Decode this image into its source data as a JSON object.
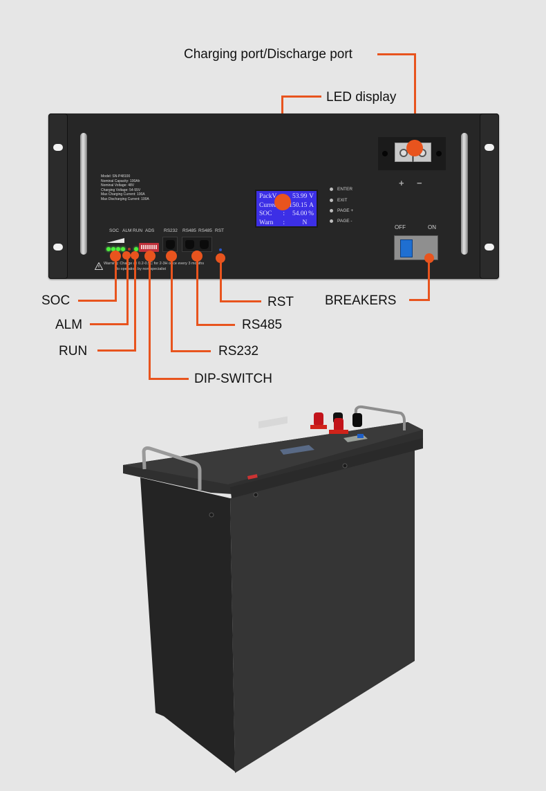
{
  "callouts": {
    "charging_port": "Charging port/Discharge port",
    "led_display": "LED display",
    "soc": "SOC",
    "alm": "ALM",
    "run": "RUN",
    "dip_switch": "DIP-SWITCH",
    "rs232": "RS232",
    "rs485": "RS485",
    "rst": "RST",
    "breakers": "BREAKERS"
  },
  "accent_color": "#e8541e",
  "panel": {
    "spec_lines": [
      "Model: SN-P48100",
      "Nominal Capacity: 100Ah",
      "Nominal Voltage: 48V",
      "Charging Voltage: 54-55V",
      "Max Charging Current: 100A",
      "Max Discharging Current: 100A"
    ],
    "indicator_labels": {
      "soc": "SOC",
      "alm": "ALM",
      "run": "RUN",
      "ads": "ADS",
      "rs232": "RS232",
      "rs485_1": "RS485",
      "rs485_2": "RS485",
      "rst": "RST"
    },
    "warning_line1": "Warning: Charge @ 0.2-0.5C for 2-3H once every 3 months",
    "warning_line2": "No operation by non-specialist",
    "lcd": {
      "rows": [
        {
          "key": "PackV",
          "sep": ":",
          "value": "53.99",
          "unit": "V"
        },
        {
          "key": "Current",
          "sep": ":",
          "value": "150.15",
          "unit": "A"
        },
        {
          "key": "SOC",
          "sep": ":",
          "value": "54.00",
          "unit": "%"
        },
        {
          "key": "Warn",
          "sep": ":",
          "value": "N",
          "unit": ""
        }
      ]
    },
    "buttons": [
      "ENTER",
      "EXIT",
      "PAGE +",
      "PAGE -"
    ],
    "terminal_plus": "+",
    "terminal_minus": "−",
    "breaker_off": "OFF",
    "breaker_on": "ON",
    "soc_leds_lit": 4
  }
}
